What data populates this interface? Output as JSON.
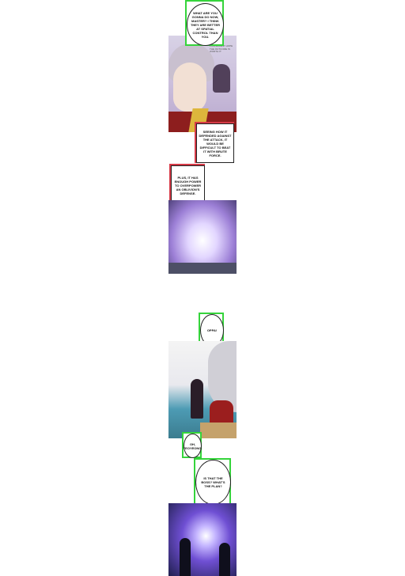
{
  "colors": {
    "green_highlight": "#35d43b",
    "red_highlight": "#d63a47"
  },
  "dialogue": [
    {
      "id": "bubble-1",
      "highlight": "green",
      "text": "WHAT ARE YOU GONNA DO NOW, MASTER? I THINK THEY ARE BETTER AT SPATIAL CONTROL THAN YOU."
    },
    {
      "id": "bubble-2",
      "highlight": "red",
      "text": "SEEING HOW IT DEFENDED AGAINST THE ATTACK, IT WOULD BE DIFFICULT TO BEAT IT WITH BRUTE FORCE."
    },
    {
      "id": "bubble-3",
      "highlight": "red",
      "text": "PLUS, IT HAS ENOUGH POWER TO OVERPOWER AN OBLIVION'S DEFENSE."
    },
    {
      "id": "bubble-4",
      "highlight": "green",
      "text": "OPPA!"
    },
    {
      "id": "bubble-5",
      "highlight": "green",
      "text": "OH, YEOYEONG."
    },
    {
      "id": "bubble-6",
      "highlight": "green",
      "text": "IS THAT THE BOSS? WHAT'S THE PLAN?"
    }
  ],
  "panel_1_small_text": "PUNISHMENT HOPE THE OUTCOME IS WORTH IT"
}
